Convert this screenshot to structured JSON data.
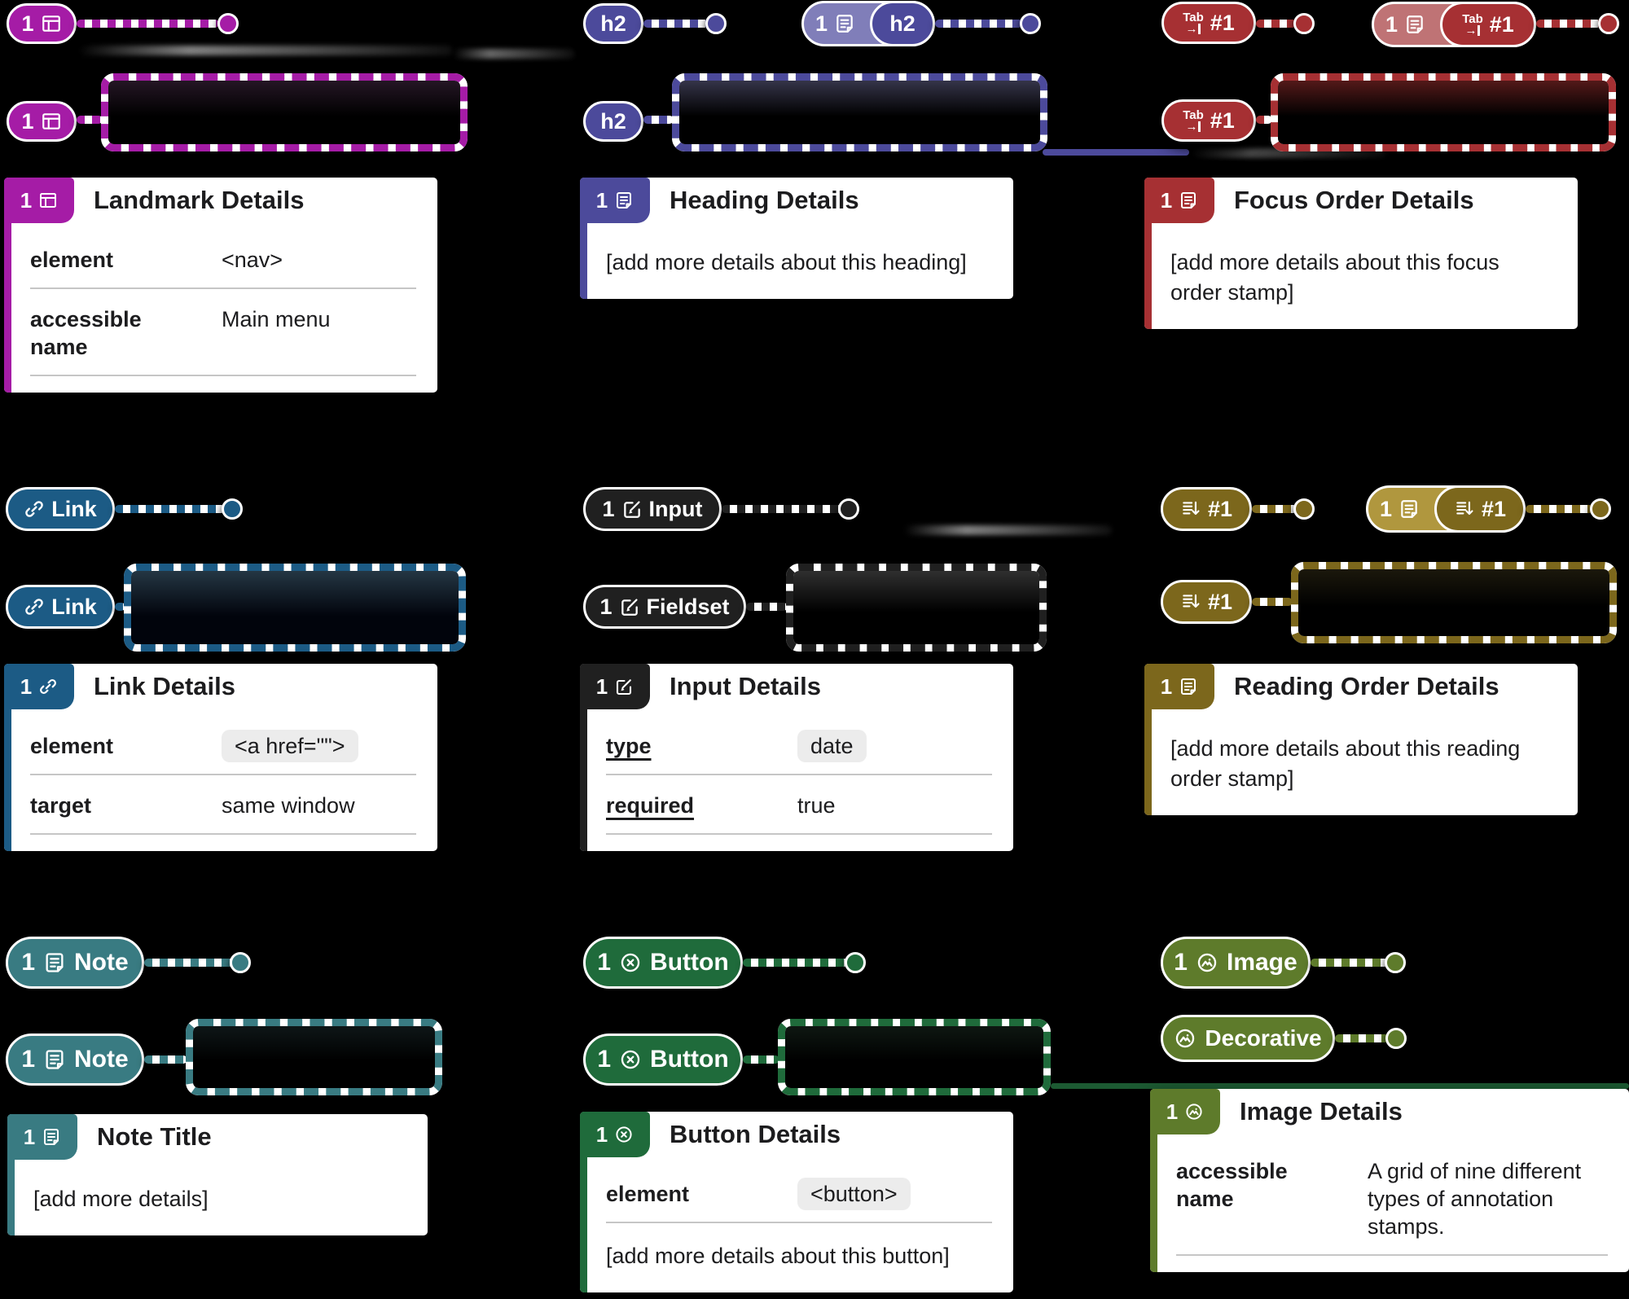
{
  "palette": {
    "landmark": "#A51CA6",
    "heading": "#4C4A9B",
    "heading_light": "#807EB9",
    "focus_order": "#A63033",
    "focus_order_light": "#BF7375",
    "link": "#1C5B85",
    "input": "#202020",
    "reading_order": "#7C671C",
    "reading_order_light": "#B0973E",
    "note": "#397B82",
    "button": "#1F6B3B",
    "image": "#5E7B2B",
    "background": "#000000",
    "card_bg": "#FFFFFF"
  },
  "cells": {
    "landmark": {
      "stamp_number": "1",
      "card": {
        "badge_number": "1",
        "title": "Landmark Details",
        "fields": [
          {
            "label": "element",
            "value": "<nav>"
          },
          {
            "label": "accessible name",
            "value": "Main menu"
          }
        ]
      }
    },
    "heading": {
      "stamp_label": "h2",
      "combined_number": "1",
      "card": {
        "badge_number": "1",
        "title": "Heading Details",
        "body": "[add more details about this heading]"
      }
    },
    "focus_order": {
      "tab_word": "Tab",
      "tab_arrow": "→",
      "stamp_number": "#1",
      "combined_number": "1",
      "card": {
        "badge_number": "1",
        "title": "Focus Order Details",
        "body": "[add more details about this focus order stamp]"
      }
    },
    "link": {
      "stamp_label": "Link",
      "card": {
        "badge_number": "1",
        "title": "Link Details",
        "fields": [
          {
            "label": "element",
            "value": "<a href=\"\">"
          },
          {
            "label": "target",
            "value": "same window"
          }
        ]
      }
    },
    "input": {
      "stamp_number": "1",
      "stamp_label": "Input",
      "fieldset_label": "Fieldset",
      "card": {
        "badge_number": "1",
        "title": "Input Details",
        "fields": [
          {
            "label": "type",
            "value": "date"
          },
          {
            "label": "required",
            "value": "true"
          }
        ]
      }
    },
    "reading_order": {
      "stamp_number": "#1",
      "combined_number": "1",
      "card": {
        "badge_number": "1",
        "title": "Reading Order Details",
        "body": "[add more details about this reading order stamp]"
      }
    },
    "note": {
      "stamp_number": "1",
      "stamp_label": "Note",
      "card": {
        "badge_number": "1",
        "title": "Note Title",
        "body": "[add more details]"
      }
    },
    "button": {
      "stamp_number": "1",
      "stamp_label": "Button",
      "card": {
        "badge_number": "1",
        "title": "Button Details",
        "fields": [
          {
            "label": "element",
            "value": "<button>"
          }
        ],
        "body": "[add more details about this button]"
      }
    },
    "image": {
      "stamp_number": "1",
      "stamp_label": "Image",
      "decorative_label": "Decorative",
      "card": {
        "badge_number": "1",
        "title": "Image Details",
        "fields": [
          {
            "label": "accessible name",
            "value": "A grid of nine different types of annotation stamps."
          }
        ]
      }
    }
  }
}
